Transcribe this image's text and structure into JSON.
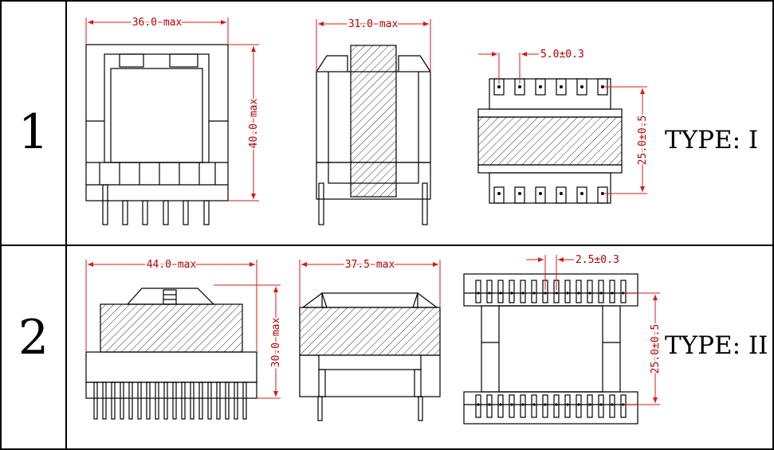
{
  "rows": [
    {
      "index": "1",
      "type_label": "TYPE: I",
      "dims": {
        "front_width": "36.0 max",
        "front_height": "40.0 max",
        "side_width": "31.0 max",
        "pin_pitch": "5.0±0.3",
        "row_spacing": "25.0±0.5"
      }
    },
    {
      "index": "2",
      "type_label": "TYPE: II",
      "dims": {
        "front_width": "44.0 max",
        "front_height": "30.0 max",
        "side_width": "37.5 max",
        "pin_pitch": "2.5±0.3",
        "row_spacing": "25.0±0.5"
      }
    }
  ],
  "colors": {
    "dimension": "#d21c1c",
    "line": "#000000",
    "background": "#ffffff"
  }
}
